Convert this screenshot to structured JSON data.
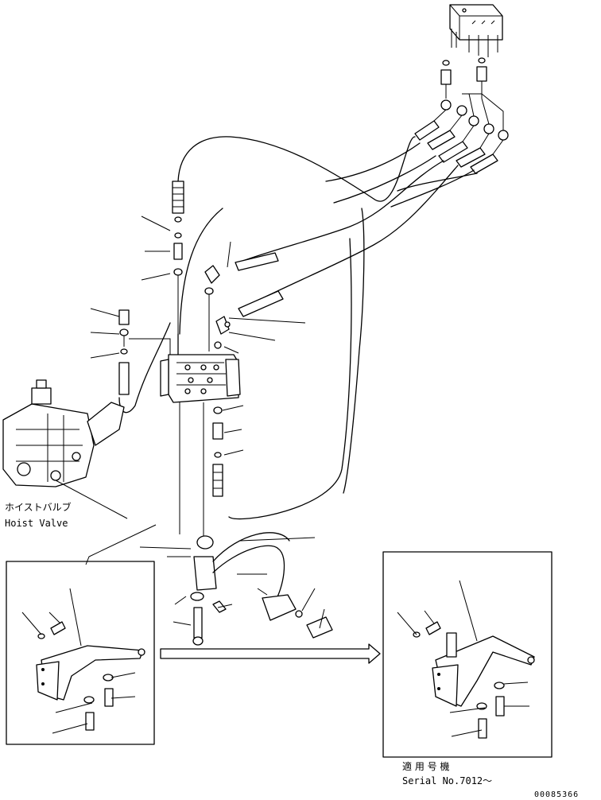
{
  "labels": {
    "hoist_valve_jp": "ホイストバルブ",
    "hoist_valve_en": "Hoist Valve",
    "applicable_jp": "適 用 号 機",
    "serial": "Serial No.7012～",
    "drawing_no": "00085366"
  }
}
